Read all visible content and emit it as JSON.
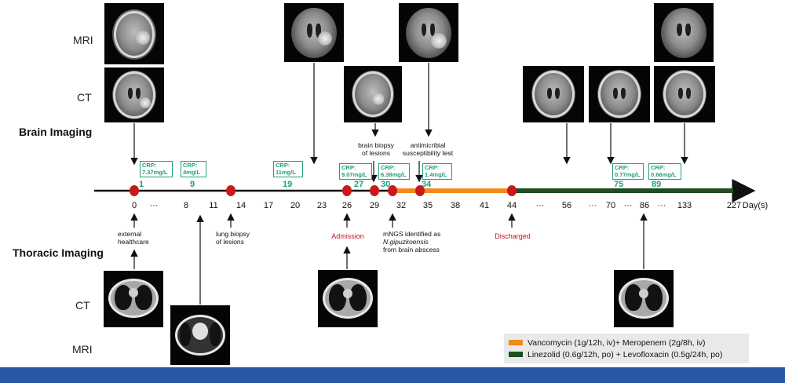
{
  "rows": {
    "brain_mri": "MRI",
    "brain_ct": "CT",
    "thoracic_ct": "CT",
    "thoracic_mri": "MRI"
  },
  "sections": {
    "brain": "Brain Imaging",
    "thoracic": "Thoracic Imaging"
  },
  "axis": {
    "ticks": [
      "0",
      "···",
      "8",
      "11",
      "14",
      "17",
      "20",
      "23",
      "26",
      "29",
      "32",
      "35",
      "38",
      "41",
      "44",
      "···",
      "56",
      "···",
      "70",
      "···",
      "86",
      "···",
      "133",
      "227"
    ],
    "unit": "Day(s)"
  },
  "crp": [
    {
      "label": "CRP:\n7.37mg/L",
      "day": "1"
    },
    {
      "label": "CRP:\n4mg/L",
      "day": "9"
    },
    {
      "label": "CRP:\n11mg/L",
      "day": "19"
    },
    {
      "label": "CRP:\n9.07mg/L",
      "day": "27"
    },
    {
      "label": "CRP:\n6.38mg/L",
      "day": "30"
    },
    {
      "label": "CRP:\n1.4mg/L",
      "day": "34"
    },
    {
      "label": "CRP:\n0.77mg/L",
      "day": "75"
    },
    {
      "label": "CRP:\n0.66mg/L",
      "day": "89"
    }
  ],
  "notes": {
    "biopsy_brain": "brain biopsy\nof lesions",
    "ast": "antimicribial\nsusceptibility test",
    "external": "external\nhealthcare",
    "lung_biopsy": "lung biopsy\nof lesions",
    "admission": "Admission",
    "mngs_line1": "mNGS identified as",
    "mngs_line2": "N.gipuzkoensis",
    "mngs_line3": "from brain abscess",
    "discharged": "Discharged"
  },
  "legend": {
    "item1": "Vancomycin (1g/12h, iv)+ Meropenem (2g/8h, iv)",
    "item2": "Linezolid (0.6g/12h, po) + Levofloxacin (0.5g/24h, po)"
  },
  "colors": {
    "vanco": "#f08a1c",
    "linezolid": "#1f4d1f",
    "crp": "#1f9e7f",
    "event_dot": "#c81a1a",
    "footer": "#2a56a6"
  }
}
